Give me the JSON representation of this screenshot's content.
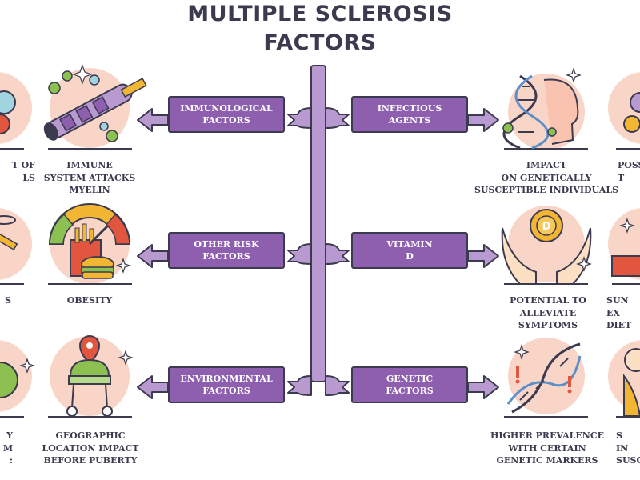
{
  "title": {
    "line1": "MULTIPLE SCLEROSIS",
    "line2": "FACTORS"
  },
  "factors": {
    "immunological": "IMMUNOLOGICAL\nFACTORS",
    "infectious": "INFECTIOUS\nAGENTS",
    "other_risk": "OTHER RISK\nFACTORS",
    "vitamin_d": "VITAMIN\nD",
    "environmental": "ENVIRONMENTAL\nFACTORS",
    "genetic": "GENETIC\nFACTORS"
  },
  "captions": {
    "immune_attack": "IMMUNE\nSYSTEM ATTACKS\nMYELIN",
    "impact_genetic": "IMPACT\nON GENETICALLY\nSUSCEPTIBLE INDIVIDUALS",
    "obesity": "OBESITY",
    "alleviate": "POTENTIAL TO\nALLEVIATE\nSYMPTOMS",
    "geographic": "GEOGRAPHIC\nLOCATION IMPACT\nBEFORE PUBERTY",
    "prevalence": "HIGHER PREVALENCE\nWITH CERTAIN\nGENETIC MARKERS",
    "cut_left_top": "T OF\nLS",
    "cut_left_mid": "S",
    "cut_left_bot": "Y\nM\n:",
    "cut_right_top": "POSS\nT",
    "cut_right_mid": "SUN EX\nDIET",
    "cut_right_bot": "S\nIN\nSUSC"
  },
  "vitamin_label": "D",
  "colors": {
    "purple": "#8e5fae",
    "light_purple": "#b89ad0",
    "outline": "#3b3a4f",
    "pink": "#f9d5c8",
    "red": "#e2553f",
    "green": "#8cc152",
    "yellow": "#f2b632"
  }
}
